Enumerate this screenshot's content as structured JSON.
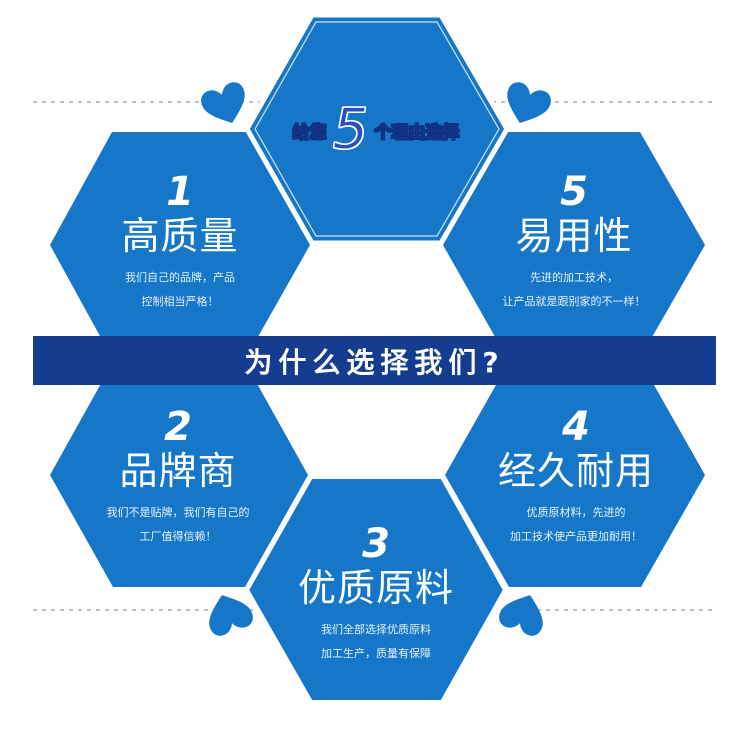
{
  "colors": {
    "hex_fill": "#1677c8",
    "banner_fill": "#143d8f",
    "dash_line": "#a8a8a8",
    "heart": "#1677c8",
    "text": "#ffffff"
  },
  "hero": {
    "prefix": "给您",
    "number": "5",
    "suffix": "个理由选择"
  },
  "banner": {
    "title": "为什么选择我们?"
  },
  "reasons": [
    {
      "number": "1",
      "title": "高质量",
      "desc_line1": "我们自己的品牌，产品",
      "desc_line2": "控制相当严格！"
    },
    {
      "number": "2",
      "title": "品牌商",
      "desc_line1": "我们不是贴牌，我们有自己的",
      "desc_line2": "工厂值得信赖！"
    },
    {
      "number": "3",
      "title": "优质原料",
      "desc_line1": "我们全部选择优质原料",
      "desc_line2": "加工生产，质量有保障"
    },
    {
      "number": "4",
      "title": "经久耐用",
      "desc_line1": "优质原材料，先进的",
      "desc_line2": "加工技术使产品更加耐用！"
    },
    {
      "number": "5",
      "title": "易用性",
      "desc_line1": "先进的加工技术，",
      "desc_line2": "让产品就是跟别家的不一样！"
    }
  ]
}
